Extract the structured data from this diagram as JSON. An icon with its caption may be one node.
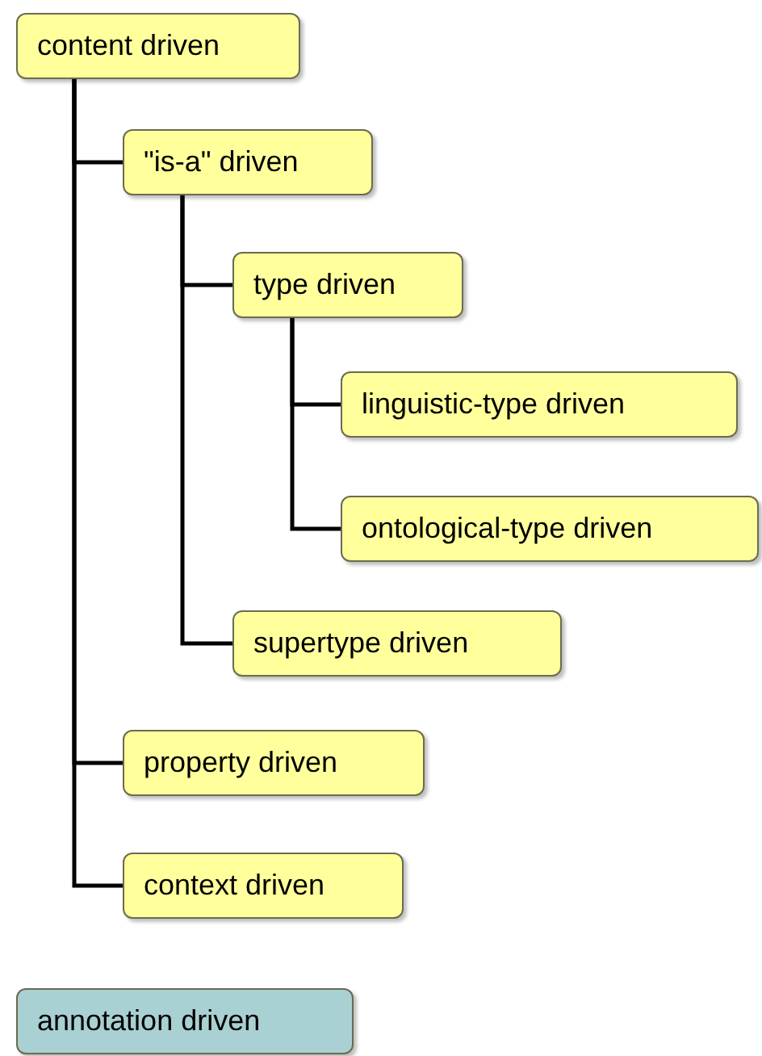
{
  "diagram": {
    "nodes": [
      {
        "text": [
          "content driven"
        ]
      },
      {
        "text": [
          "\"is-a\" driven"
        ]
      },
      {
        "text": [
          "type driven"
        ]
      },
      {
        "text": [
          "linguistic-type driven"
        ]
      },
      {
        "text": [
          "ontological-type driven"
        ]
      },
      {
        "text": [
          "supertype driven"
        ]
      },
      {
        "text": [
          "property driven"
        ]
      },
      {
        "text": [
          "context driven"
        ]
      },
      {
        "text": [
          "annotation driven"
        ]
      }
    ],
    "edges": [
      {
        "from": 0,
        "to": 1,
        "arrow": "none"
      },
      {
        "from": 1,
        "to": 2,
        "arrow": "none"
      },
      {
        "from": 2,
        "to": 3,
        "arrow": "none"
      },
      {
        "from": 2,
        "to": 4,
        "arrow": "none"
      },
      {
        "from": 1,
        "to": 5,
        "arrow": "none"
      },
      {
        "from": 0,
        "to": 6,
        "arrow": "none"
      },
      {
        "from": 0,
        "to": 7,
        "arrow": "none"
      }
    ]
  }
}
